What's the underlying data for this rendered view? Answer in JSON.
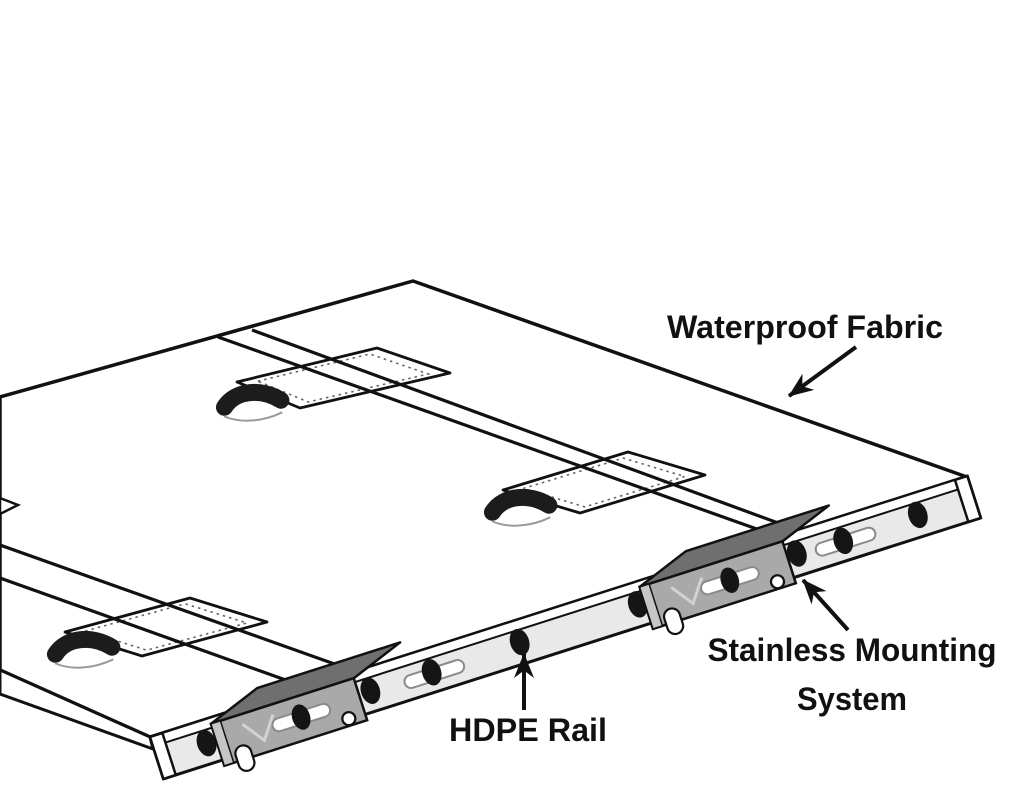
{
  "diagram": {
    "type": "technical-illustration",
    "subject": "waterproof fabric panel with rail mounting system",
    "labels": {
      "fabric": "Waterproof Fabric",
      "rail": "HDPE Rail",
      "mount_line1": "Stainless Mounting",
      "mount_line2": "System"
    },
    "parts": [
      "waterproof-fabric-panel",
      "webbing-strap",
      "reinforcement-patch",
      "handle-strap",
      "hdpe-rail",
      "stainless-mounting-bracket"
    ],
    "colors": {
      "background": "#ffffff",
      "line": "#111111",
      "fabric": "#ffffff",
      "rail_face": "#e9e9e9",
      "rail_top": "#ffffff",
      "bracket_face": "#a9a9a9",
      "bracket_flange": "#6f6f6f",
      "bracket_edge": "#c6c6c6",
      "handle_strap": "#1c1c1c",
      "stitch": "#666666",
      "fastener": "#151515"
    }
  }
}
